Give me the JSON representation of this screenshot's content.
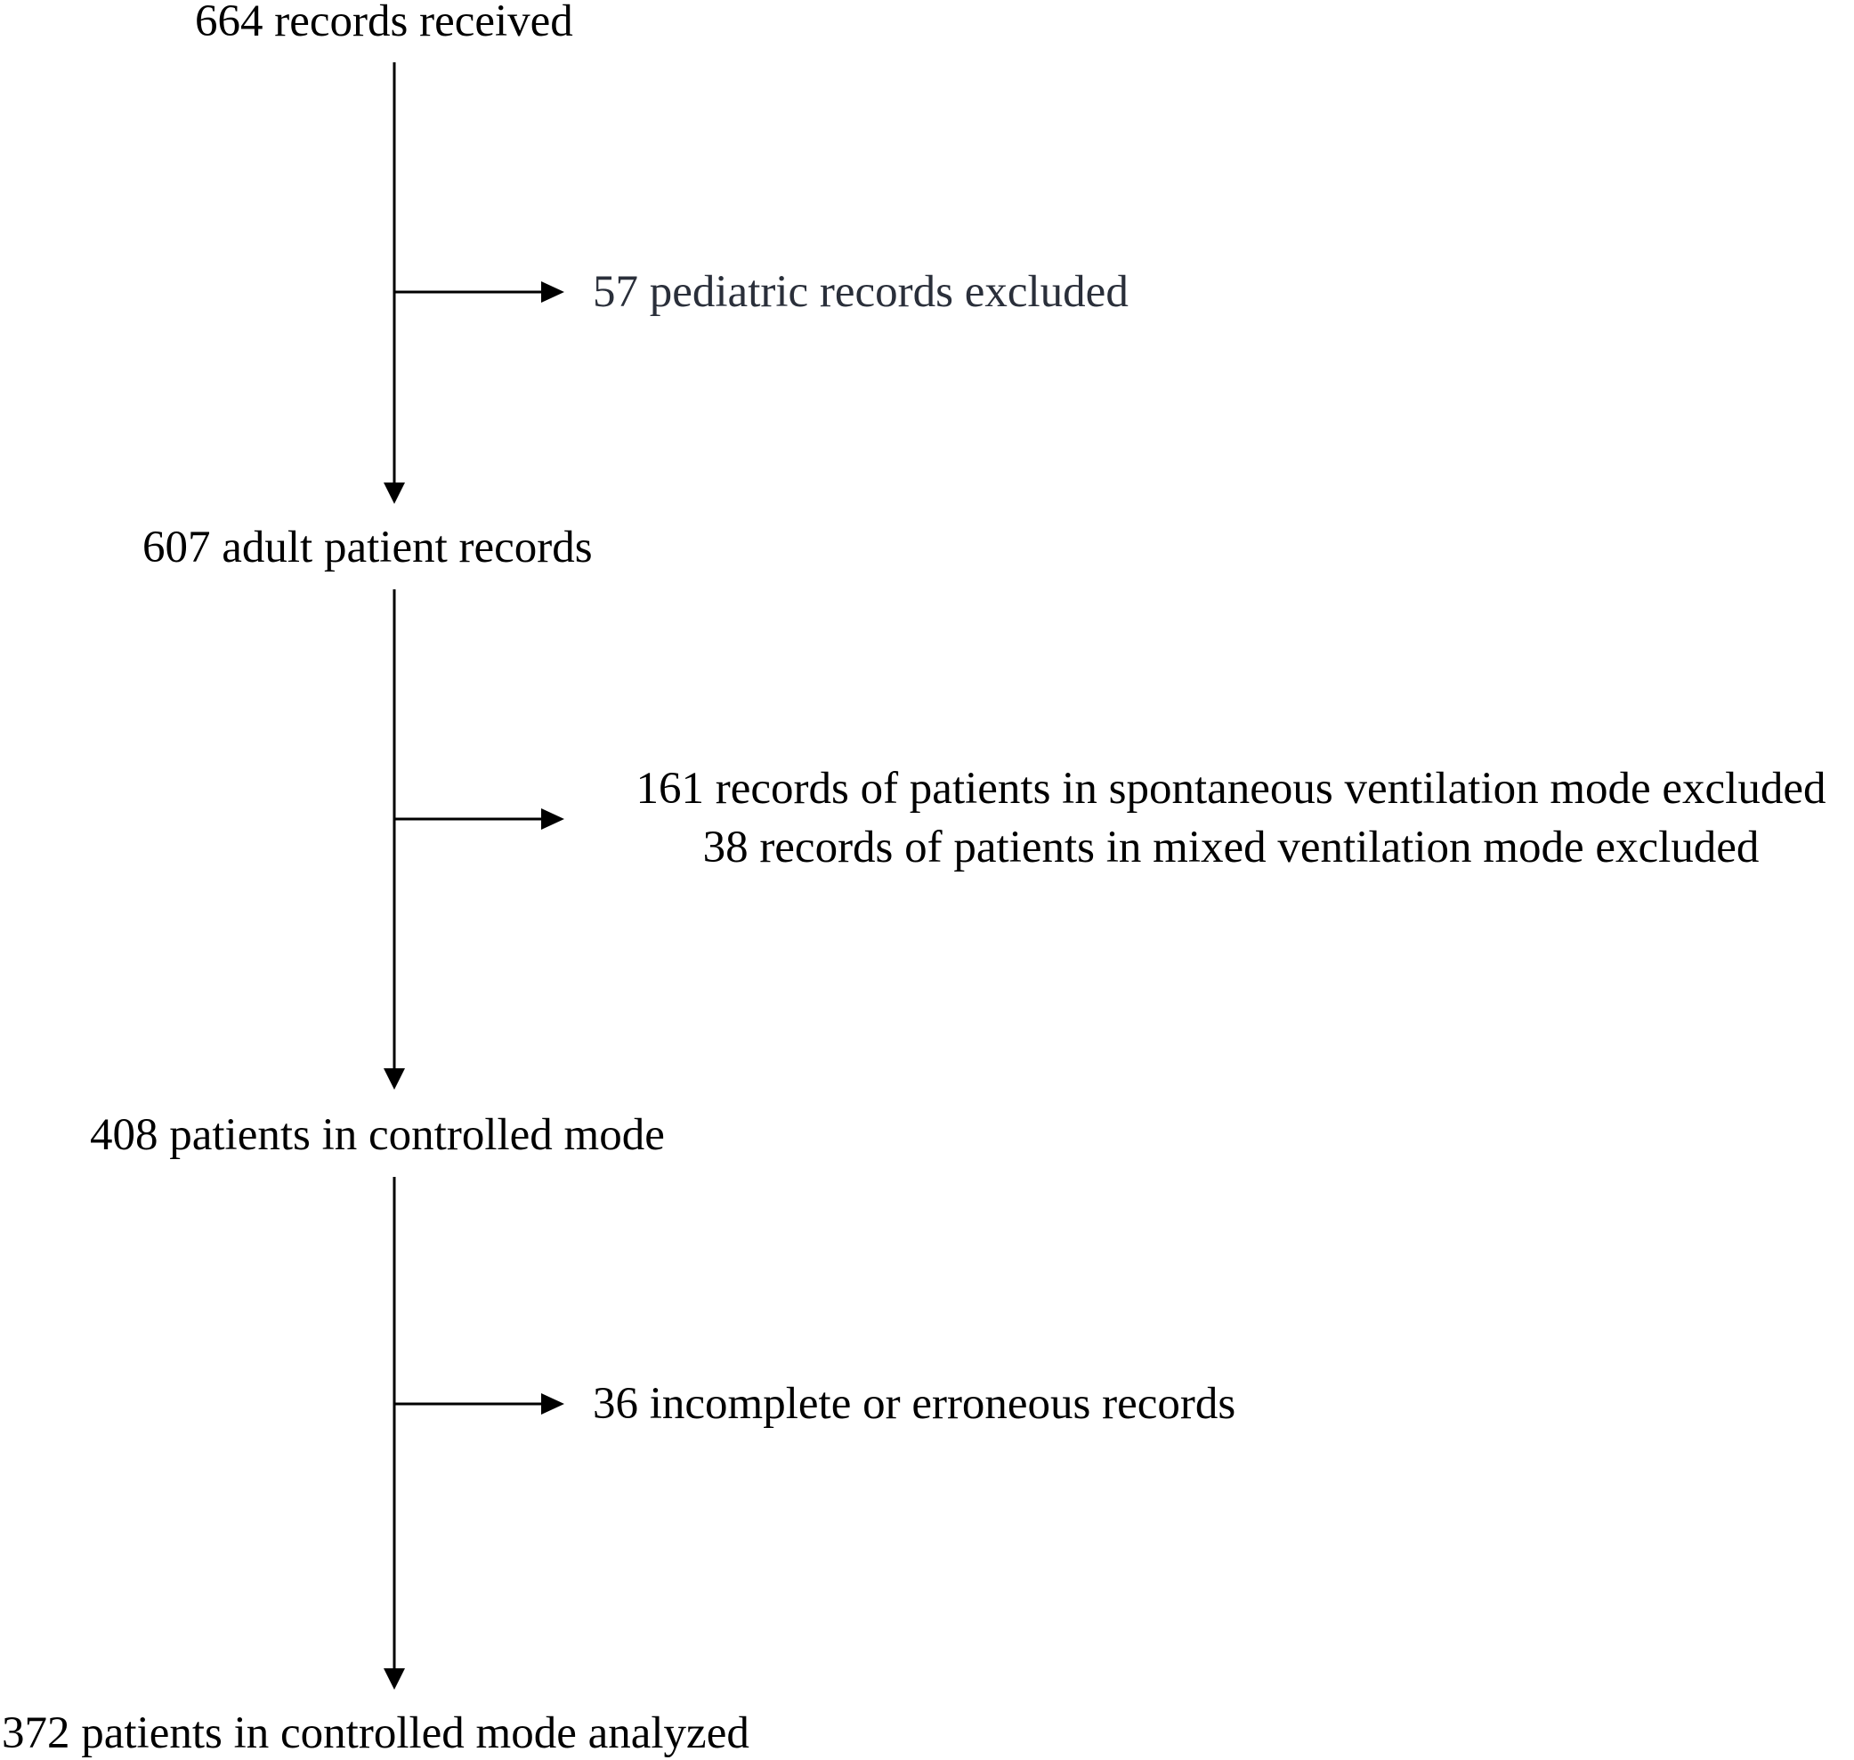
{
  "flow": {
    "steps": [
      "664 records received",
      "607 adult patient records",
      "408 patients in controlled mode",
      "372 patients in controlled mode analyzed"
    ],
    "exclusions": [
      {
        "lines": [
          "57 pediatric records excluded"
        ]
      },
      {
        "lines": [
          "161 records of patients in spontaneous ventilation mode excluded",
          "38 records of patients in mixed ventilation mode excluded"
        ]
      },
      {
        "lines": [
          "36 incomplete or erroneous records"
        ]
      }
    ]
  },
  "colors": {
    "line": "#000000",
    "text": "#000000",
    "background": "#ffffff"
  }
}
